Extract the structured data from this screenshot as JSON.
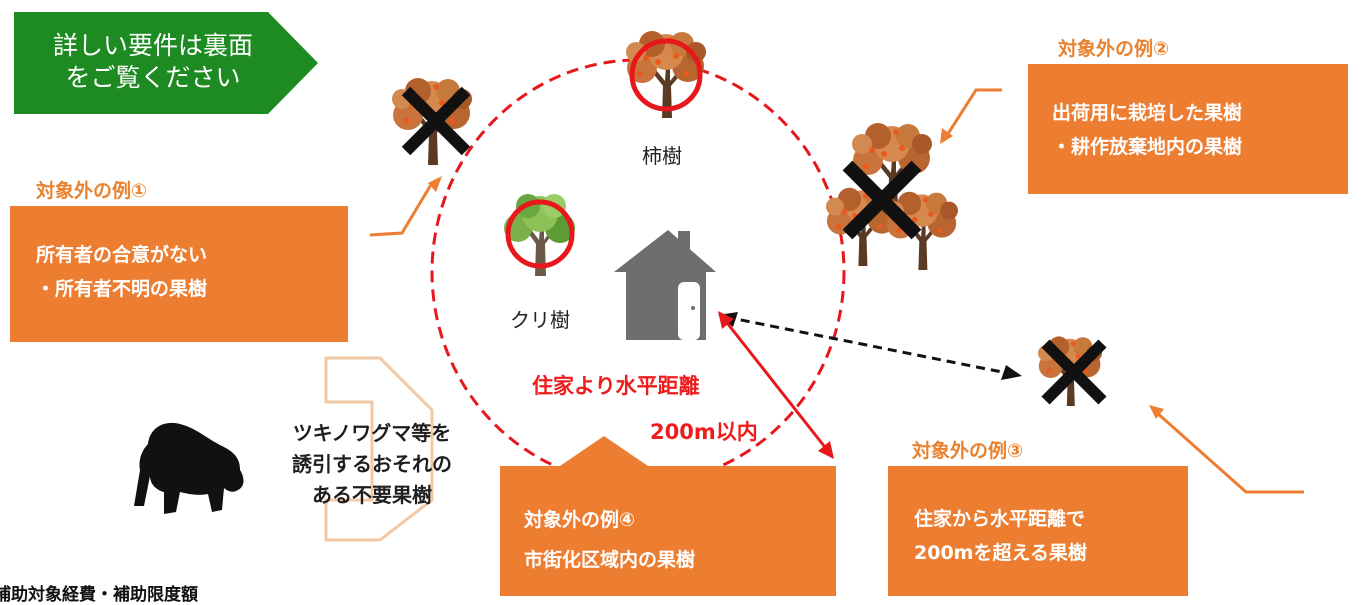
{
  "banner": {
    "line1": "詳しい要件は裏面",
    "line2": "をご覧ください"
  },
  "examples": {
    "ex1": {
      "label": "対象外の例①",
      "line1": "所有者の合意がない",
      "line2": "・所有者不明の果樹"
    },
    "ex2": {
      "label": "対象外の例②",
      "line1": "出荷用に栽培した果樹",
      "line2": "・耕作放棄地内の果樹"
    },
    "ex3": {
      "label": "対象外の例③",
      "line1": "住家から水平距離で",
      "line2": "200mを超える果樹"
    },
    "ex4": {
      "label": "対象外の例④",
      "line1": "市街化区域内の果樹"
    }
  },
  "trees": {
    "persimmon": "柿樹",
    "chestnut": "クリ樹"
  },
  "distance": {
    "line1": "住家より水平距離",
    "line2": "200m以内"
  },
  "bear_caption": {
    "line1": "ツキノワグマ等を",
    "line2": "誘引するおそれの",
    "line3": "ある不要果樹"
  },
  "footer": {
    "title": "補助対象経費・補助限度額"
  },
  "colors": {
    "green": "#1e8a22",
    "orange": "#ec7d31",
    "red": "#e8171b"
  }
}
